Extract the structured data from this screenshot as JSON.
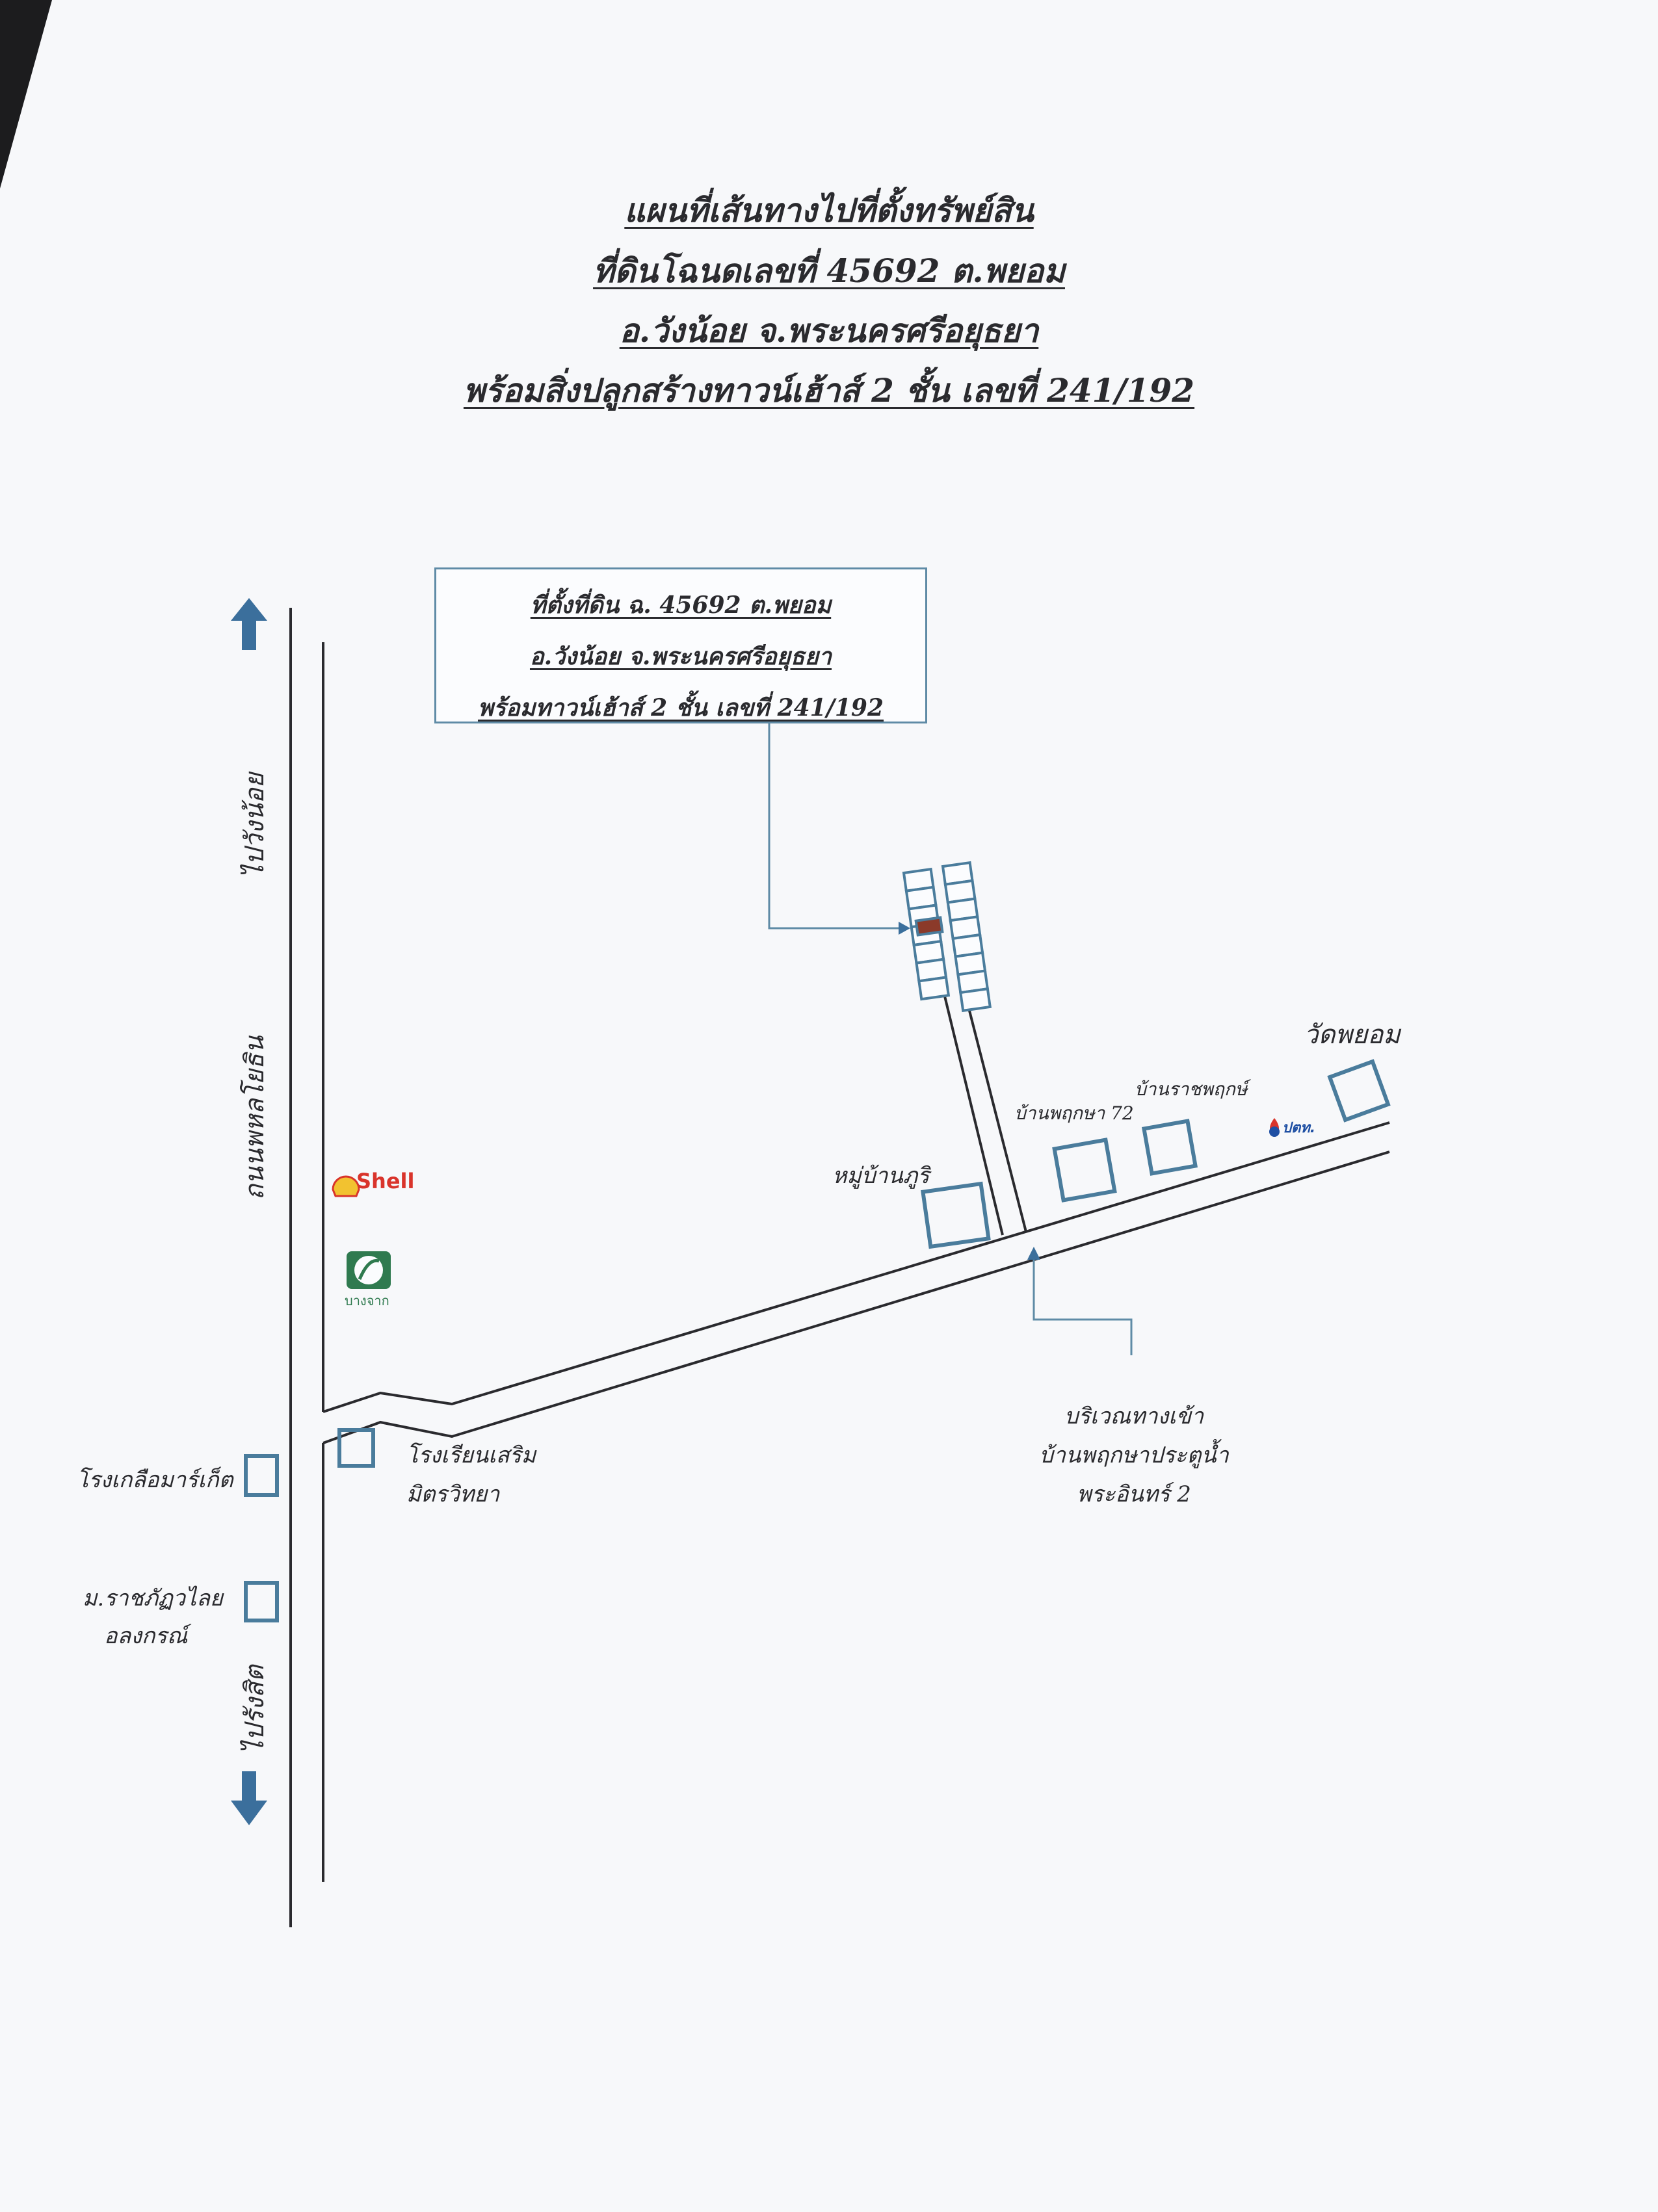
{
  "title": {
    "line1": "แผนที่เส้นทางไปที่ตั้งทรัพย์สิน",
    "line2": "ที่ดินโฉนดเลขที่ 45692 ต.พยอม",
    "line3": "อ.วังน้อย จ.พระนครศรีอยุธยา",
    "line4": "พร้อมสิ่งปลูกสร้างทาวน์เฮ้าส์ 2 ชั้น เลขที่ 241/192"
  },
  "callout": {
    "line1": "ที่ตั้งที่ดิน ฉ.  45692 ต.พยอม",
    "line2": "อ.วังน้อย จ.พระนครศรีอยุธยา",
    "line3": "พร้อมทาวน์เฮ้าส์ 2 ชั้น เลขที่ 241/192"
  },
  "roads": {
    "main_road": "ถนนพหลโยธิน",
    "to_north": "ไปวังน้อย",
    "to_south": "ไปรังสิต"
  },
  "landmarks": {
    "shell": "Shell",
    "bangchak": "บางจาก",
    "ptt": "ปตท.",
    "ice_factory": "โรงเกลือมาร์เก็ต",
    "university_line1": "ม.ราชภัฏวไลย",
    "university_line2": "อลงกรณ์",
    "school_line1": "โรงเรียนเสริม",
    "school_line2": "มิตรวิทยา",
    "village_phuri": "หมู่บ้านภูริ",
    "village_pruksa72": "บ้านพฤกษา 72",
    "village_ratchapruk": "บ้านราชพฤกษ์",
    "temple": "วัดพยอม",
    "entrance_line1": "บริเวณทางเข้า",
    "entrance_line2": "บ้านพฤกษาประตูน้ำ",
    "entrance_line3": "พระอินทร์ 2"
  },
  "colors": {
    "ink": "#2a2a2e",
    "map_blue": "#5f8ba6",
    "arrow_blue": "#3b6f9c",
    "target_lot": "#8b3a2a",
    "shell_red": "#d9342b",
    "shell_yellow": "#f2c230",
    "bangchak_green": "#2f7a4f",
    "ptt_blue": "#1e4fa3"
  }
}
